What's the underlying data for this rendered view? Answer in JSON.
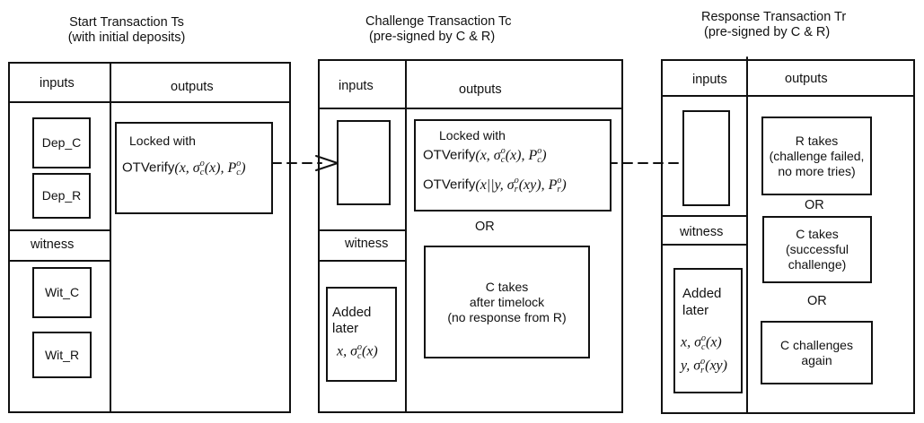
{
  "start": {
    "title_line1": "Start Transaction Ts",
    "title_line2": "(with initial deposits)",
    "inputs_label": "inputs",
    "outputs_label": "outputs",
    "witness_label": "witness",
    "dep_c": "Dep_C",
    "dep_r": "Dep_R",
    "wit_c": "Wit_C",
    "wit_r": "Wit_R",
    "locked_with": "Locked with",
    "otverify_fn": "OTVerify",
    "otverify_args": "(x, σ",
    "otverify_sub": "c",
    "otverify_sup": "o",
    "otverify_mid": "(x), P",
    "otverify_psub": "c",
    "otverify_psup": "o",
    "otverify_end": ")"
  },
  "challenge": {
    "title_line1": "Challenge Transaction Tc",
    "title_line2": "(pre-signed by C & R)",
    "inputs_label": "inputs",
    "outputs_label": "outputs",
    "witness_label": "witness",
    "locked_with": "Locked with",
    "otverify1_fn": "OTVerify",
    "otverify1_args": "(x, σ",
    "otverify1_sub": "c",
    "otverify1_sup": "o",
    "otverify1_mid": "(x), P",
    "otverify1_psub": "c",
    "otverify1_psup": "o",
    "otverify1_end": ")",
    "otverify2_fn": "OTVerify",
    "otverify2_args": "(x||y, σ",
    "otverify2_sub": "r",
    "otverify2_sup": "o",
    "otverify2_mid": "(xy), P",
    "otverify2_psub": "r",
    "otverify2_psup": "o",
    "otverify2_end": ")",
    "or_label": "OR",
    "c_takes_line1": "C takes",
    "c_takes_line2": "after timelock",
    "c_takes_line3": "(no response from R)",
    "added_line1": "Added",
    "added_line2": "later",
    "added_math_a": "x, σ",
    "added_math_sub": "c",
    "added_math_sup": "o",
    "added_math_b": "(x)"
  },
  "response": {
    "title_line1": "Response Transaction Tr",
    "title_line2": "(pre-signed by C & R)",
    "inputs_label": "inputs",
    "outputs_label": "outputs",
    "witness_label": "witness",
    "r_takes_line1": "R takes",
    "r_takes_line2": "(challenge failed,",
    "r_takes_line3": "no more tries)",
    "or1_label": "OR",
    "c_takes_line1": "C takes",
    "c_takes_line2": "(successful",
    "c_takes_line3": "challenge)",
    "or2_label": "OR",
    "c_again_line1": "C challenges",
    "c_again_line2": "again",
    "added_line1": "Added",
    "added_line2": "later",
    "added_math1_a": "x, σ",
    "added_math1_sub": "c",
    "added_math1_sup": "o",
    "added_math1_b": "(x)",
    "added_math2_a": "y, σ",
    "added_math2_sub": "r",
    "added_math2_sup": "o",
    "added_math2_b": "(xy)"
  }
}
